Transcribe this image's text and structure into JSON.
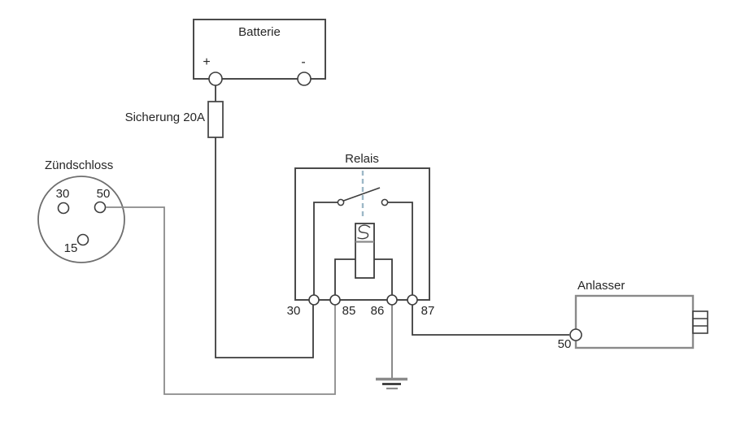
{
  "components": {
    "battery": {
      "label": "Batterie",
      "terminal_plus": "+",
      "terminal_minus": "-"
    },
    "fuse": {
      "label": "Sicherung 20A"
    },
    "ignition_lock": {
      "label": "Zündschloss",
      "terminal_30": "30",
      "terminal_50": "50",
      "terminal_15": "15"
    },
    "relay": {
      "label": "Relais",
      "terminal_30": "30",
      "terminal_85": "85",
      "terminal_86": "86",
      "terminal_87": "87"
    },
    "starter": {
      "label": "Anlasser",
      "terminal_50": "50"
    }
  },
  "colors": {
    "background": "#ffffff",
    "wire": "#3d3d3d",
    "component_outline": "#4a4a4a",
    "light_outline": "#8a8a8a",
    "dashed_actuator_line": "#9db8c7",
    "text": "#262626"
  }
}
